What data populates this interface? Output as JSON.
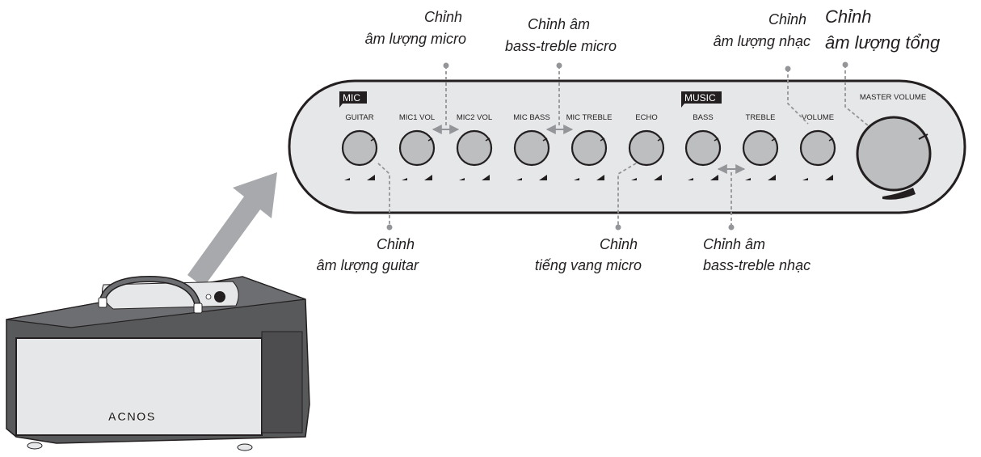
{
  "panel": {
    "mic_tag": "MIC",
    "music_tag": "MUSIC",
    "knobs": [
      {
        "label": "GUITAR"
      },
      {
        "label": "MIC1 VOL"
      },
      {
        "label": "MIC2 VOL"
      },
      {
        "label": "MIC BASS"
      },
      {
        "label": "MIC TREBLE"
      },
      {
        "label": "ECHO"
      },
      {
        "label": "BASS"
      },
      {
        "label": "TREBLE"
      },
      {
        "label": "VOLUME"
      }
    ],
    "master_label": "MASTER VOLUME"
  },
  "callouts": {
    "mic_volume": {
      "line1": "Chỉnh",
      "line2": "âm lượng micro"
    },
    "mic_bass_treble": {
      "line1": "Chỉnh âm",
      "line2": "bass-treble micro"
    },
    "music_volume": {
      "line1": "Chỉnh",
      "line2": "âm lượng nhạc"
    },
    "master_volume": {
      "line1": "Chỉnh",
      "line2": "âm lượng tổng"
    },
    "guitar_volume": {
      "line1": "Chỉnh",
      "line2": "âm lượng guitar"
    },
    "mic_echo": {
      "line1": "Chỉnh",
      "line2": "tiếng vang micro"
    },
    "music_bass_treble": {
      "line1": "Chỉnh âm",
      "line2": "bass-treble nhạc"
    }
  },
  "speaker": {
    "brand": "ACNOS"
  },
  "colors": {
    "ink": "#231f20",
    "panel": "#e6e7e8",
    "knob": "#bcbec0",
    "speaker_body": "#58595b",
    "leader": "#939598",
    "arrow": "#a7a9ac"
  }
}
